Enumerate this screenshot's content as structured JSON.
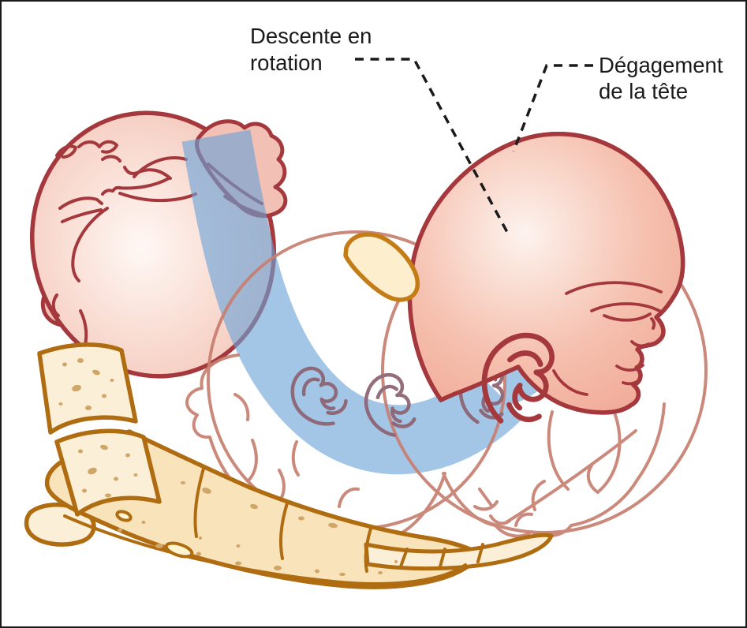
{
  "figure": {
    "type": "medical-illustration",
    "subject": "fetal head descent and rotation during delivery",
    "annotations": [
      {
        "id": "descente",
        "line1": "Descente en",
        "line2": "rotation"
      },
      {
        "id": "degagement",
        "line1": "Dégagement",
        "line2": "de la tête"
      }
    ],
    "icons": [
      {
        "name": "rotation-arrow-icon",
        "meaning": "curved upward arrow showing path of head rotation"
      }
    ],
    "colors": {
      "outline_dark_red": "#a4383c",
      "head_fill_light": "#fff8f5",
      "head_fill": "#f1b9ab",
      "faded_rose": "#c77f70",
      "ear_mauve": "#8d6270",
      "band_blue": "#6ba3d8",
      "bone_fill": "#fbf0d7",
      "bone_fill_warm": "#f8e3bb",
      "bone_stroke": "#b06c10",
      "bone_speckle": "#d0a568",
      "pubis_fill": "#fdeecd",
      "label_color": "#1a1a1a",
      "background": "#ffffff",
      "border": "#1a1a1a"
    }
  }
}
